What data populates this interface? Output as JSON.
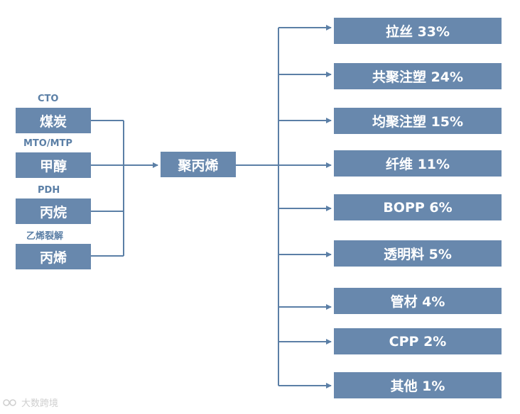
{
  "sources": [
    {
      "process": "CTO",
      "feedstock": "煤炭"
    },
    {
      "process": "MTO/MTP",
      "feedstock": "甲醇"
    },
    {
      "process": "PDH",
      "feedstock": "丙烷"
    },
    {
      "process": "乙烯裂解",
      "feedstock": "丙烯"
    }
  ],
  "product": "聚丙烯",
  "applications": [
    "拉丝 33%",
    "共聚注塑 24%",
    "均聚注塑 15%",
    "纤维 11%",
    "BOPP 6%",
    "透明料 5%",
    "管材 4%",
    "CPP 2%",
    "其他 1%"
  ],
  "colors": {
    "box_fill": "#6888ad",
    "box_text": "#ffffff",
    "label_text": "#5b7fa6",
    "connector": "#5b7fa6"
  },
  "watermark": "大数跨境"
}
